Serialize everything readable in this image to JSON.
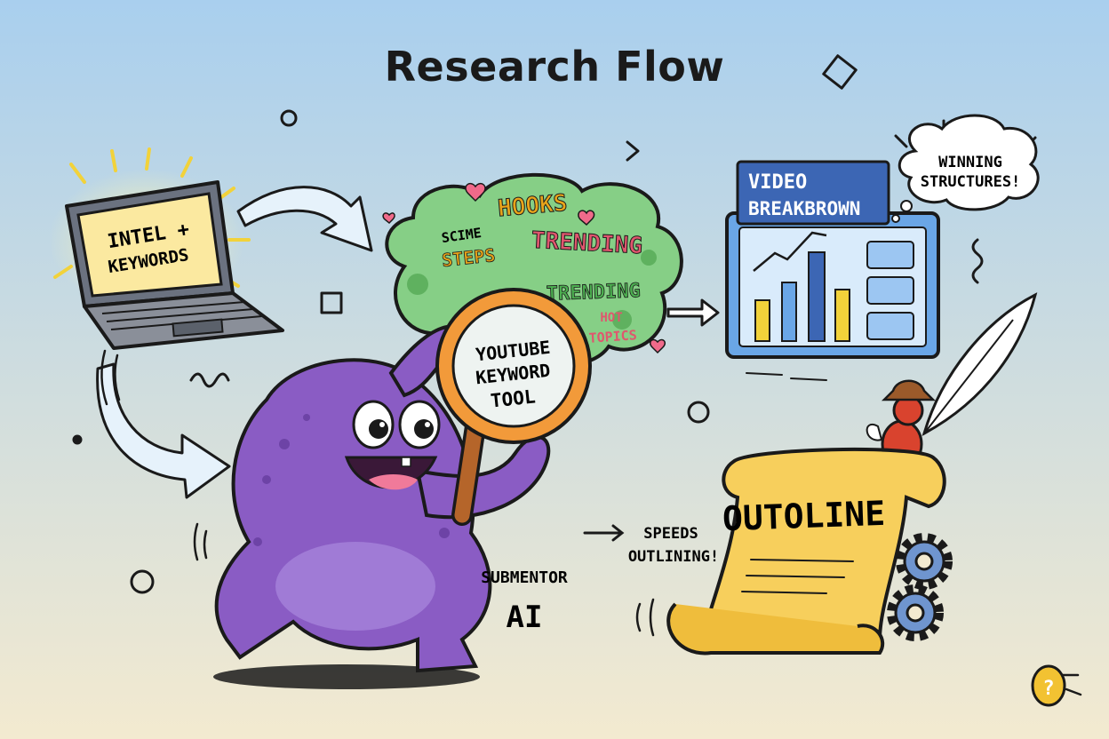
{
  "title": "Research Flow",
  "laptop": {
    "line1": "INTEL +",
    "line2": "KEYWORDS"
  },
  "cloud_words": {
    "hooks": "HOOKS",
    "scime": "SCIME",
    "steps": "STEPS",
    "trending1": "TRENDING",
    "trending2": "TRENDING",
    "hot": "HOT",
    "topics": "TOPICS"
  },
  "magnifier": {
    "line1": "YOUTUBE",
    "line2": "KEYWORD",
    "line3": "TOOL"
  },
  "video_panel": {
    "line1": "VIDEO",
    "line2": "BREAKBROWN"
  },
  "thought": {
    "line1": "WINNING",
    "line2": "STRUCTURES!"
  },
  "scroll": {
    "label": "OUTOLINE"
  },
  "speeds": {
    "line1": "SPEEDS",
    "line2": "OUTLINING!"
  },
  "brand": {
    "line1": "SUBMENTOR",
    "line2": "AI"
  },
  "egg": {
    "symbol": "?"
  },
  "colors": {
    "bg_top": "#a9cfee",
    "bg_bottom": "#f3ead0",
    "monster": "#8a5cc4",
    "cloud": "#86cf86",
    "magnifier_rim": "#f29a3a",
    "panel": "#6aa6e6",
    "scroll": "#f7cf5c",
    "gear": "#6f95cf"
  }
}
